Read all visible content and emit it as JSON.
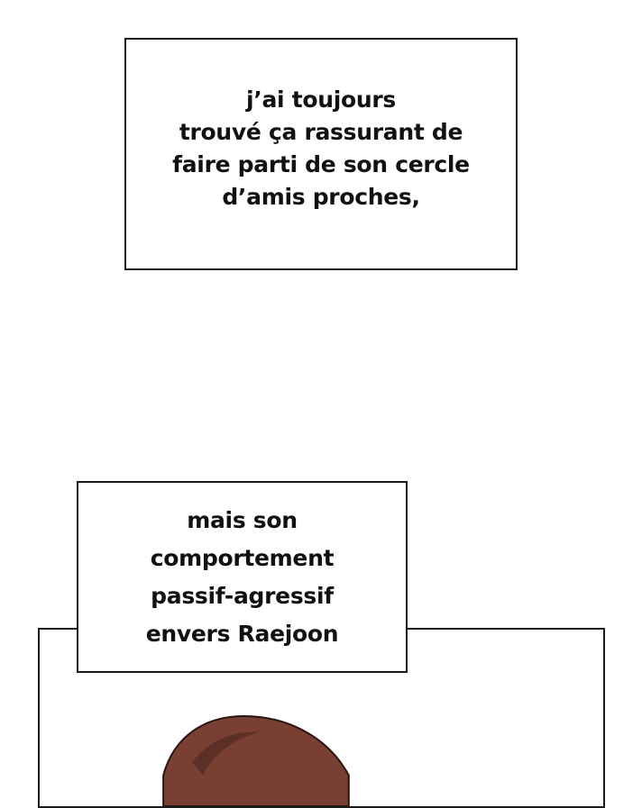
{
  "captions": [
    {
      "lines": [
        "j’ai toujours",
        "trouvé ça rassurant de",
        "faire parti de son cercle",
        "d’amis proches,"
      ]
    },
    {
      "lines": [
        "mais son",
        "comportement",
        "passif-agressif",
        "envers Raejoon"
      ]
    }
  ],
  "colors": {
    "border": "#1a1a1a",
    "hair": "#7a3f33",
    "hair_shadow": "#4a2620"
  }
}
